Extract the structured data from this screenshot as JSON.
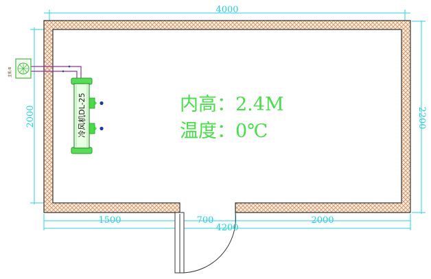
{
  "dimensions": {
    "top_width": "4000",
    "bottom_total": "4200",
    "bottom_left": "1500",
    "door_width": "700",
    "bottom_right": "2000",
    "left_height": "2000",
    "right_height": "2200"
  },
  "room_info": {
    "height_label": "内高：2.4M",
    "temperature_label": "温度：0℃"
  },
  "equipment": {
    "evaporator_label": "冷风机DL-25",
    "condenser_label": "主机-B"
  },
  "colors": {
    "dimension": "#1fd3e0",
    "info_text": "#45e045",
    "evaporator": "#44dd44",
    "pipe": "#9b2d9b",
    "wall_hatch": "#d69a6a"
  }
}
